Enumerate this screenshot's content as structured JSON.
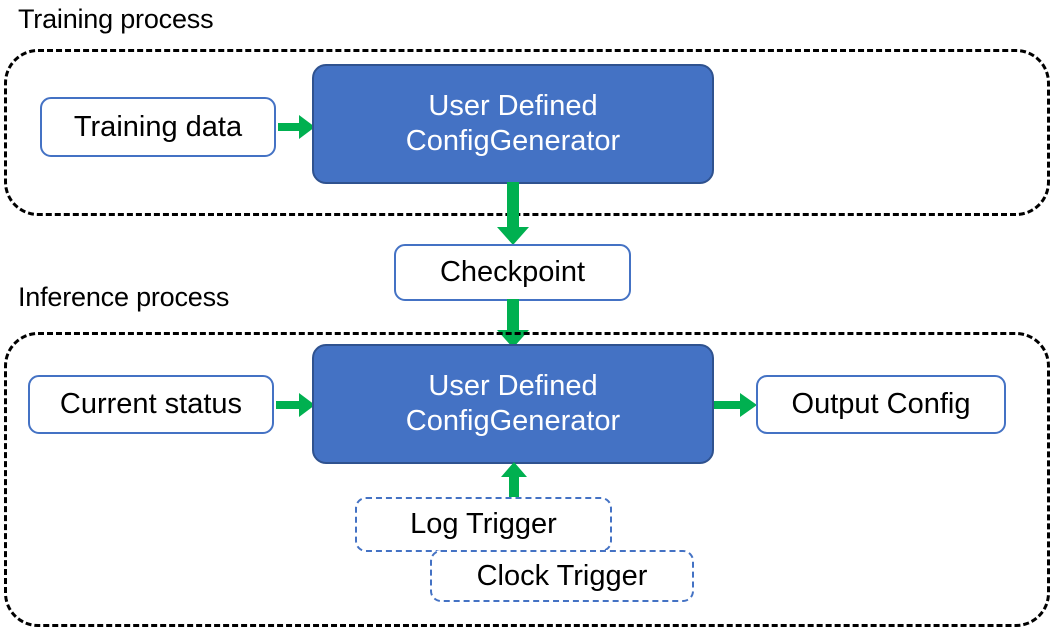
{
  "diagram": {
    "title_training": "Training process",
    "title_inference": "Inference process",
    "colors": {
      "primary_fill": "#4472C4",
      "primary_border": "#2F528F",
      "node_border": "#4472C4",
      "arrow_green": "#00B050",
      "container_border": "#000000",
      "text_dark": "#000000",
      "text_light": "#FFFFFF"
    },
    "training": {
      "input_label": "Training data",
      "processor_line1": "User Defined",
      "processor_line2": "ConfigGenerator"
    },
    "checkpoint": {
      "label": "Checkpoint"
    },
    "inference": {
      "input_label": "Current status",
      "processor_line1": "User Defined",
      "processor_line2": "ConfigGenerator",
      "output_label": "Output Config",
      "trigger_log": "Log Trigger",
      "trigger_clock": "Clock Trigger"
    },
    "edges": [
      {
        "name": "training-data-to-generator",
        "direction": "right"
      },
      {
        "name": "training-generator-to-checkpoint",
        "direction": "down"
      },
      {
        "name": "checkpoint-to-inference-generator",
        "direction": "down"
      },
      {
        "name": "current-status-to-generator",
        "direction": "right"
      },
      {
        "name": "generator-to-output-config",
        "direction": "right"
      },
      {
        "name": "triggers-to-generator",
        "direction": "up"
      }
    ]
  }
}
